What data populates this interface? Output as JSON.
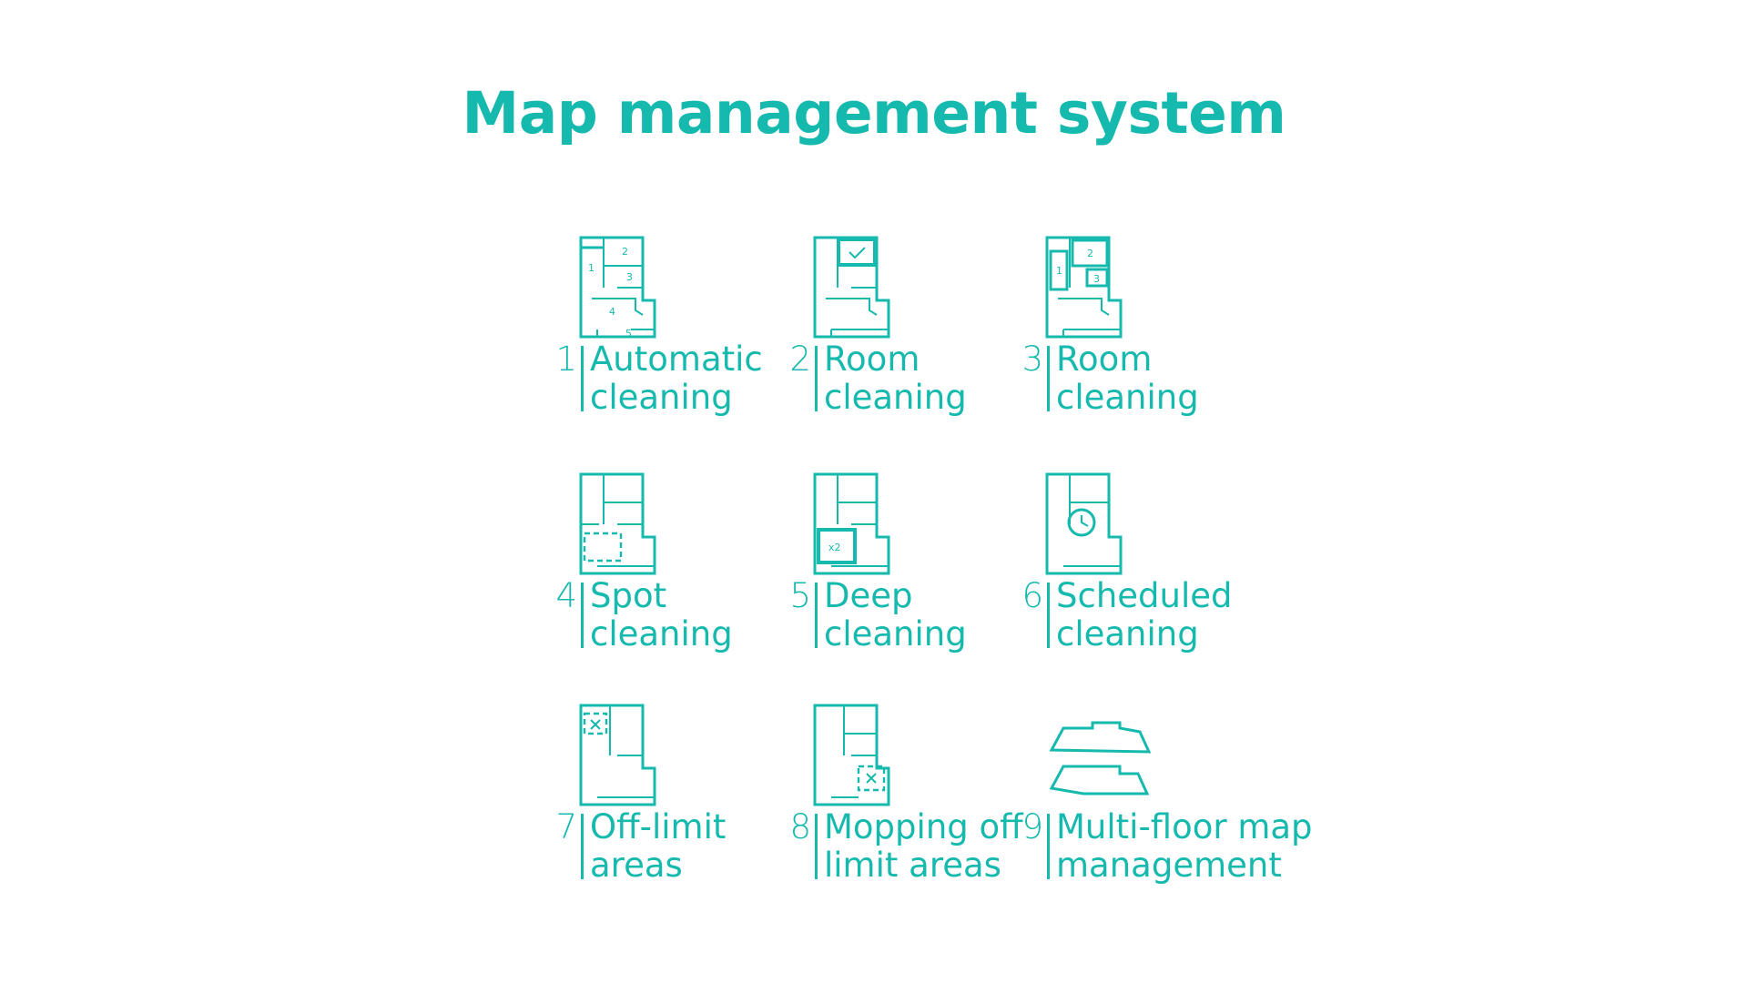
{
  "title": "Map management system",
  "accent_color": "#16b9ad",
  "features": [
    {
      "number": "1",
      "line1": "Automatic",
      "line2": "cleaning",
      "icon": "floorplan-numbered-rooms-icon",
      "room_labels": [
        "1",
        "2",
        "3",
        "4",
        "5"
      ]
    },
    {
      "number": "2",
      "line1": "Room",
      "line2": "cleaning",
      "icon": "floorplan-room-checked-icon"
    },
    {
      "number": "3",
      "line1": "Room",
      "line2": "cleaning",
      "icon": "floorplan-room-selection-icon",
      "room_labels": [
        "1",
        "2",
        "3"
      ]
    },
    {
      "number": "4",
      "line1": "Spot",
      "line2": "cleaning",
      "icon": "floorplan-spot-area-icon"
    },
    {
      "number": "5",
      "line1": "Deep",
      "line2": "cleaning",
      "icon": "floorplan-deep-clean-icon",
      "badge": "x2"
    },
    {
      "number": "6",
      "line1": "Scheduled",
      "line2": "cleaning",
      "icon": "floorplan-schedule-clock-icon"
    },
    {
      "number": "7",
      "line1": "Off-limit",
      "line2": "areas",
      "icon": "floorplan-off-limit-icon"
    },
    {
      "number": "8",
      "line1": "Mopping off",
      "line2": "limit areas",
      "icon": "floorplan-mop-off-limit-icon"
    },
    {
      "number": "9",
      "line1": "Multi-floor map",
      "line2": "management",
      "icon": "stacked-floors-icon"
    }
  ]
}
